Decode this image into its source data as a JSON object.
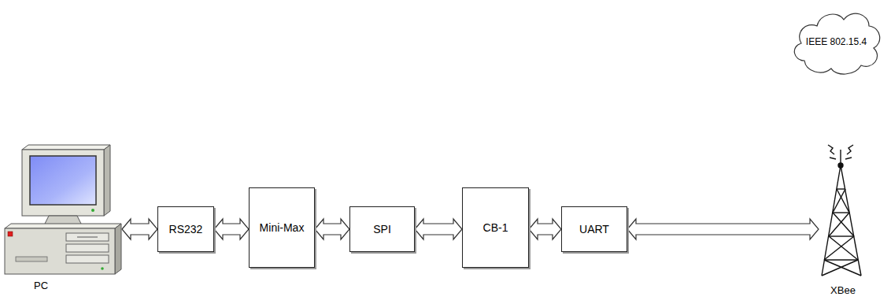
{
  "diagram": {
    "nodes": [
      {
        "text": [
          "PC"
        ]
      },
      {
        "text": [
          "RS232"
        ]
      },
      {
        "text": [
          "Mini-Max"
        ]
      },
      {
        "text": [
          "SPI"
        ]
      },
      {
        "text": [
          "CB-1"
        ]
      },
      {
        "text": [
          "UART"
        ]
      },
      {
        "text": [
          "XBee"
        ]
      },
      {
        "text": [
          "IEEE 802.15.4"
        ]
      }
    ],
    "edges": [
      {
        "from": 0,
        "to": 1,
        "arrow": "both"
      },
      {
        "from": 1,
        "to": 2,
        "arrow": "both"
      },
      {
        "from": 2,
        "to": 3,
        "arrow": "both"
      },
      {
        "from": 3,
        "to": 4,
        "arrow": "both"
      },
      {
        "from": 4,
        "to": 5,
        "arrow": "both"
      },
      {
        "from": 5,
        "to": 6,
        "arrow": "both"
      }
    ]
  }
}
